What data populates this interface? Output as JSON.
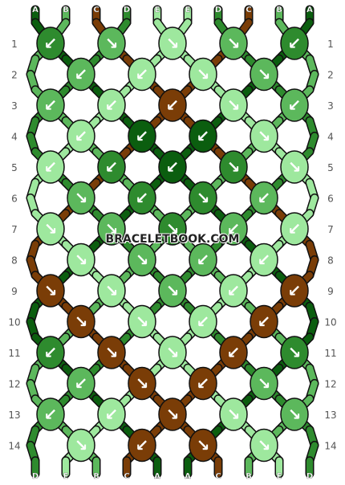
{
  "pattern": {
    "strand_colors": {
      "A": "#0b5e0f",
      "B": "#5cb85c",
      "C": "#7a3d07",
      "D": "#2e8b2e",
      "E": "#9ee89e"
    },
    "top_labels": [
      "A",
      "B",
      "C",
      "D",
      "E",
      "E",
      "D",
      "C",
      "B",
      "A"
    ],
    "bottom_labels": [
      "D",
      "E",
      "B",
      "C",
      "A",
      "A",
      "C",
      "B",
      "E",
      "D"
    ],
    "row_labels": [
      "1",
      "2",
      "3",
      "4",
      "5",
      "6",
      "7",
      "8",
      "9",
      "10",
      "11",
      "12",
      "13",
      "14"
    ],
    "knots": [
      [
        {
          "c": "D",
          "d": "↙"
        },
        {
          "c": "B",
          "d": "↘"
        },
        {
          "c": "E",
          "d": "↘"
        },
        {
          "c": "B",
          "d": "↘"
        },
        {
          "c": "D",
          "d": "↙"
        }
      ],
      [
        {
          "c": "B",
          "d": "↙"
        },
        {
          "c": "E",
          "d": "↙"
        },
        {
          "c": "E",
          "d": "↘"
        },
        {
          "c": "B",
          "d": "↘"
        }
      ],
      [
        {
          "c": "B",
          "d": "↙"
        },
        {
          "c": "E",
          "d": "↙"
        },
        {
          "c": "C",
          "d": "↙"
        },
        {
          "c": "E",
          "d": "↘"
        },
        {
          "c": "B",
          "d": "↙"
        }
      ],
      [
        {
          "c": "E",
          "d": "↙"
        },
        {
          "c": "A",
          "d": "↙"
        },
        {
          "c": "A",
          "d": "↙"
        },
        {
          "c": "E",
          "d": "↘"
        }
      ],
      [
        {
          "c": "E",
          "d": "↙"
        },
        {
          "c": "D",
          "d": "↙"
        },
        {
          "c": "A",
          "d": "↙"
        },
        {
          "c": "D",
          "d": "↘"
        },
        {
          "c": "E",
          "d": "↘"
        }
      ],
      [
        {
          "c": "B",
          "d": "↘"
        },
        {
          "c": "D",
          "d": "↙"
        },
        {
          "c": "D",
          "d": "↘"
        },
        {
          "c": "B",
          "d": "↙"
        }
      ],
      [
        {
          "c": "E",
          "d": "↘"
        },
        {
          "c": "B",
          "d": "↘"
        },
        {
          "c": "D",
          "d": "↘"
        },
        {
          "c": "B",
          "d": "↙"
        },
        {
          "c": "E",
          "d": "↙"
        }
      ],
      [
        {
          "c": "E",
          "d": "↘"
        },
        {
          "c": "B",
          "d": "↘"
        },
        {
          "c": "B",
          "d": "↙"
        },
        {
          "c": "E",
          "d": "↙"
        }
      ],
      [
        {
          "c": "C",
          "d": "↘"
        },
        {
          "c": "E",
          "d": "↘"
        },
        {
          "c": "B",
          "d": "↘"
        },
        {
          "c": "E",
          "d": "↙"
        },
        {
          "c": "C",
          "d": "↙"
        }
      ],
      [
        {
          "c": "C",
          "d": "↘"
        },
        {
          "c": "E",
          "d": "↘"
        },
        {
          "c": "E",
          "d": "↙"
        },
        {
          "c": "C",
          "d": "↙"
        }
      ],
      [
        {
          "c": "D",
          "d": "↙"
        },
        {
          "c": "C",
          "d": "↘"
        },
        {
          "c": "E",
          "d": "↘"
        },
        {
          "c": "C",
          "d": "↙"
        },
        {
          "c": "D",
          "d": "↘"
        }
      ],
      [
        {
          "c": "B",
          "d": "↙"
        },
        {
          "c": "C",
          "d": "↘"
        },
        {
          "c": "C",
          "d": "↙"
        },
        {
          "c": "B",
          "d": "↘"
        }
      ],
      [
        {
          "c": "B",
          "d": "↙"
        },
        {
          "c": "E",
          "d": "↙"
        },
        {
          "c": "C",
          "d": "↘"
        },
        {
          "c": "E",
          "d": "↘"
        },
        {
          "c": "B",
          "d": "↘"
        }
      ],
      [
        {
          "c": "E",
          "d": "↘"
        },
        {
          "c": "C",
          "d": "↙"
        },
        {
          "c": "C",
          "d": "↘"
        },
        {
          "c": "E",
          "d": "↘"
        }
      ]
    ]
  },
  "watermark": "BRACELETBOOK.COM"
}
